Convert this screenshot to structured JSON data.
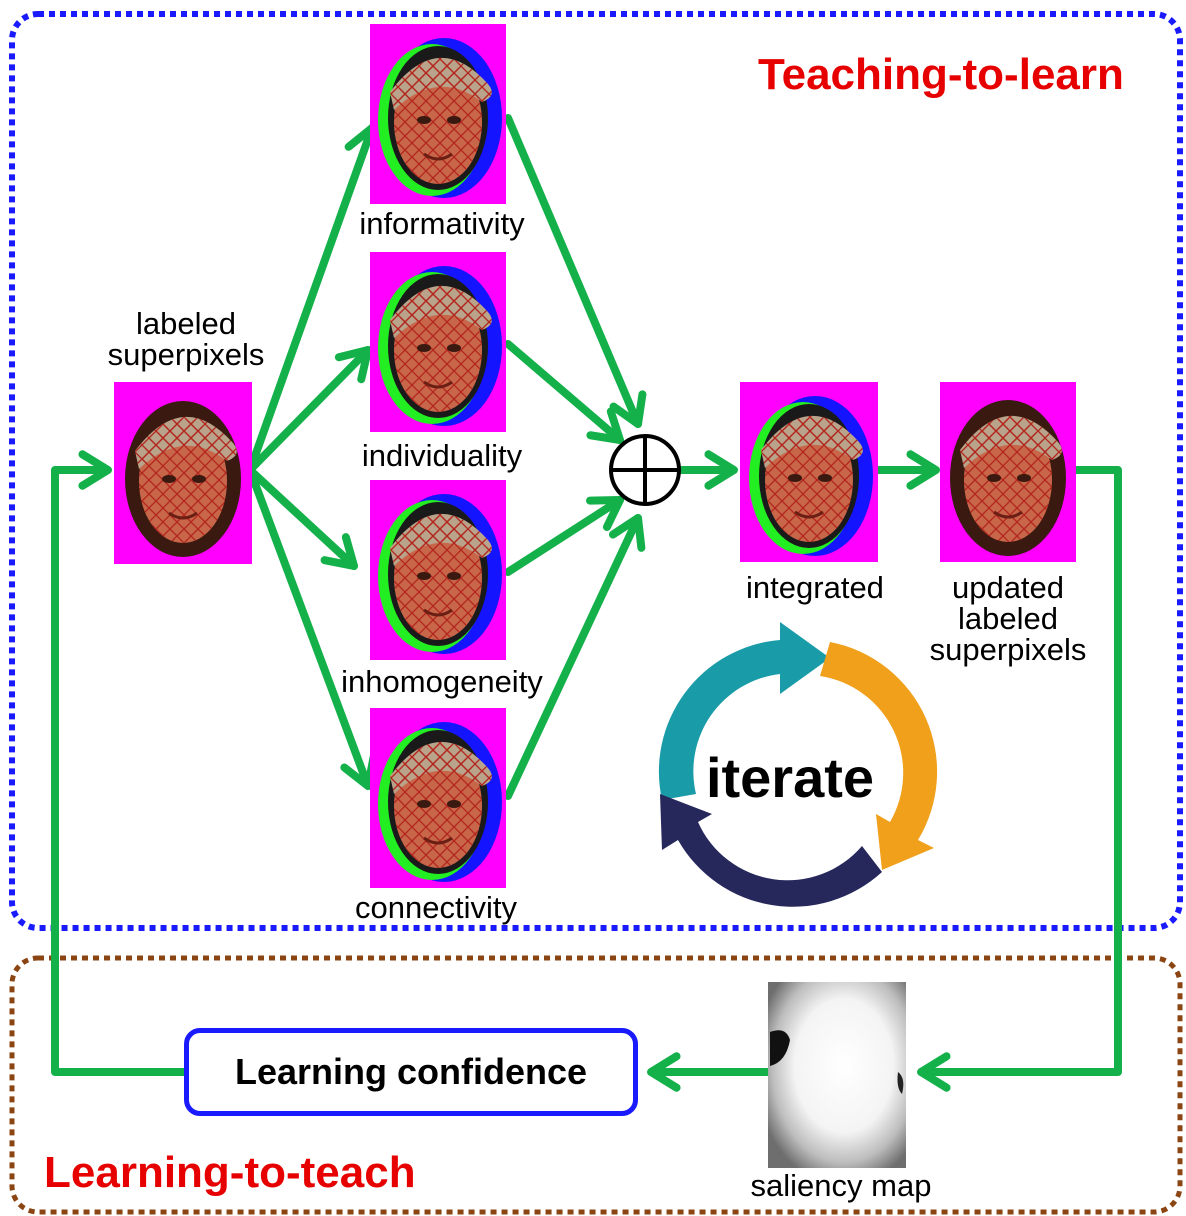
{
  "regions": {
    "teaching_title": "Teaching-to-learn",
    "learning_title": "Learning-to-teach"
  },
  "nodes": {
    "labeled": [
      "labeled",
      "superpixels"
    ],
    "informativity": "informativity",
    "individuality": "individuality",
    "inhomogeneity": "inhomogeneity",
    "connectivity": "connectivity",
    "integrated": "integrated",
    "updated": [
      "updated",
      "labeled",
      "superpixels"
    ],
    "saliency": "saliency map",
    "confidence": "Learning confidence",
    "iterate": "iterate"
  },
  "colors": {
    "arrow": "#14b14b",
    "teaching_border": "#1a1aff",
    "learning_border": "#8b4513",
    "title_red": "#e60000",
    "magenta": "#ff00ff",
    "cycle_teal": "#1a9ba8",
    "cycle_orange": "#f0a01a",
    "cycle_navy": "#26285c"
  },
  "icons": {
    "sum": "circle-plus-icon",
    "cycle": "cycle-arrows-icon"
  }
}
